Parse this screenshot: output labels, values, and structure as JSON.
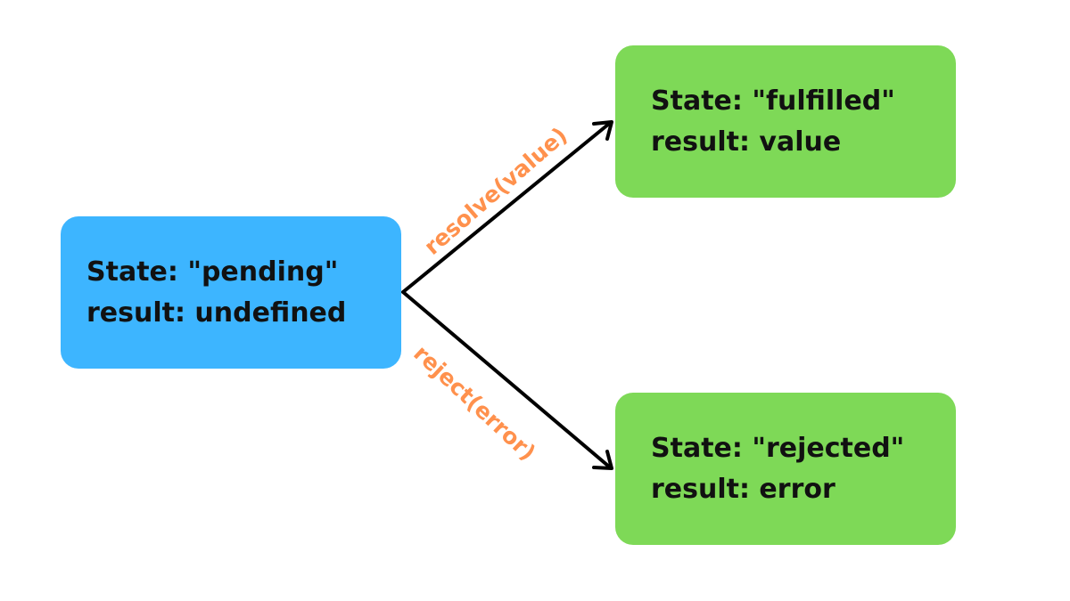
{
  "nodes": {
    "pending": {
      "line1": "State: \"pending\"",
      "line2": "result: undefined",
      "color": "#3db5ff"
    },
    "fulfilled": {
      "line1": "State: \"fulfilled\"",
      "line2": "result: value",
      "color": "#7ed957"
    },
    "rejected": {
      "line1": "State: \"rejected\"",
      "line2": "result: error",
      "color": "#7ed957"
    }
  },
  "edges": {
    "resolve": {
      "label": "resolve(value)"
    },
    "reject": {
      "label": "reject(error)"
    },
    "label_color": "#ff914d",
    "arrow_color": "#000000"
  }
}
